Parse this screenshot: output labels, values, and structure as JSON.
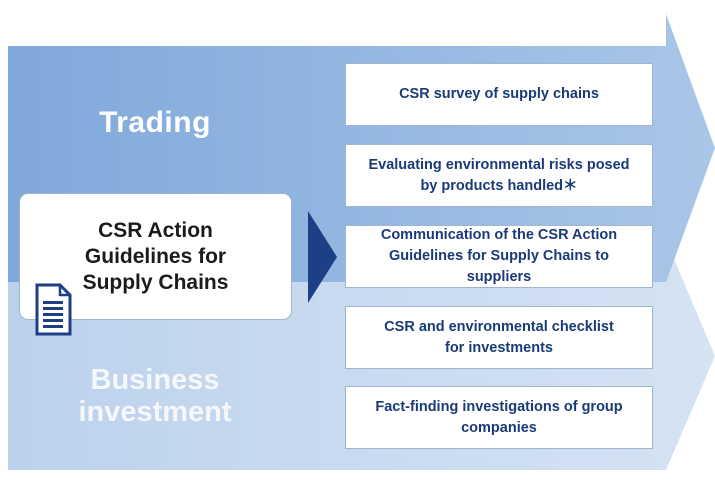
{
  "headings": {
    "trading": "Trading",
    "business_line1": "Business",
    "business_line2": "investment"
  },
  "center": {
    "line1": "CSR Action",
    "line2": "Guidelines for",
    "line3": "Supply Chains"
  },
  "actions": [
    {
      "line1": "CSR survey of supply chains",
      "line2": ""
    },
    {
      "line1": "Evaluating environmental risks posed",
      "line2": "by products handled＊"
    },
    {
      "line1": "Communication of the CSR Action",
      "line2": "Guidelines for Supply Chains to suppliers"
    },
    {
      "line1": "CSR and environmental checklist",
      "line2": "for investments"
    },
    {
      "line1": "Fact-finding investigations of group",
      "line2": "companies"
    }
  ],
  "colors": {
    "trading_band": "#8eb3de",
    "business_band": "#c8d9ee",
    "pointer": "#1c3f86",
    "action_text": "#1a3a78"
  },
  "icons": {
    "document": "document-icon",
    "pointer": "triangle-pointer-icon"
  }
}
